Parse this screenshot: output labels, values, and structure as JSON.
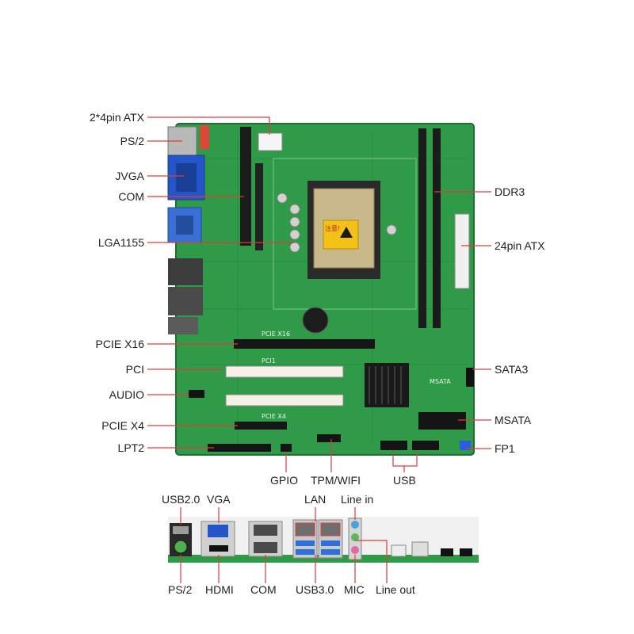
{
  "board_labels": {
    "left": {
      "atx_2x4": "2*4pin ATX",
      "ps2": "PS/2",
      "jvga": "JVGA",
      "com": "COM",
      "lga": "LGA1155",
      "pcie_x16": "PCIE X16",
      "pci": "PCI",
      "audio": "AUDIO",
      "pcie_x4": "PCIE X4",
      "lpt2": "LPT2"
    },
    "right": {
      "ddr3": "DDR3",
      "atx_24": "24pin ATX",
      "sata3": "SATA3",
      "msata": "MSATA",
      "fp1": "FP1"
    },
    "bottom": {
      "gpio": "GPIO",
      "tpm": "TPM/WIFI",
      "usb": "USB"
    }
  },
  "board_silk": {
    "pcie_x16": "PCIE X16",
    "pci1": "PCI1",
    "pcie_x4": "PCIE X4",
    "msata": "MSATA",
    "cpu_warning": "注意!"
  },
  "io_labels": {
    "top": {
      "usb20": "USB2.0",
      "vga": "VGA",
      "lan": "LAN",
      "line_in": "Line in"
    },
    "bottom": {
      "ps2": "PS/2",
      "hdmi": "HDMI",
      "com": "COM",
      "usb30": "USB3.0",
      "mic": "MIC",
      "line_out": "Line out"
    }
  },
  "colors": {
    "pcb": "#2f9a48",
    "pcb_dark": "#237a37",
    "annotation": "#e23a3a",
    "vga_blue": "#2456c9",
    "usb3_blue": "#2f6fd8",
    "cpu_socket": "#c9b98a",
    "warning_yellow": "#f2c218"
  }
}
